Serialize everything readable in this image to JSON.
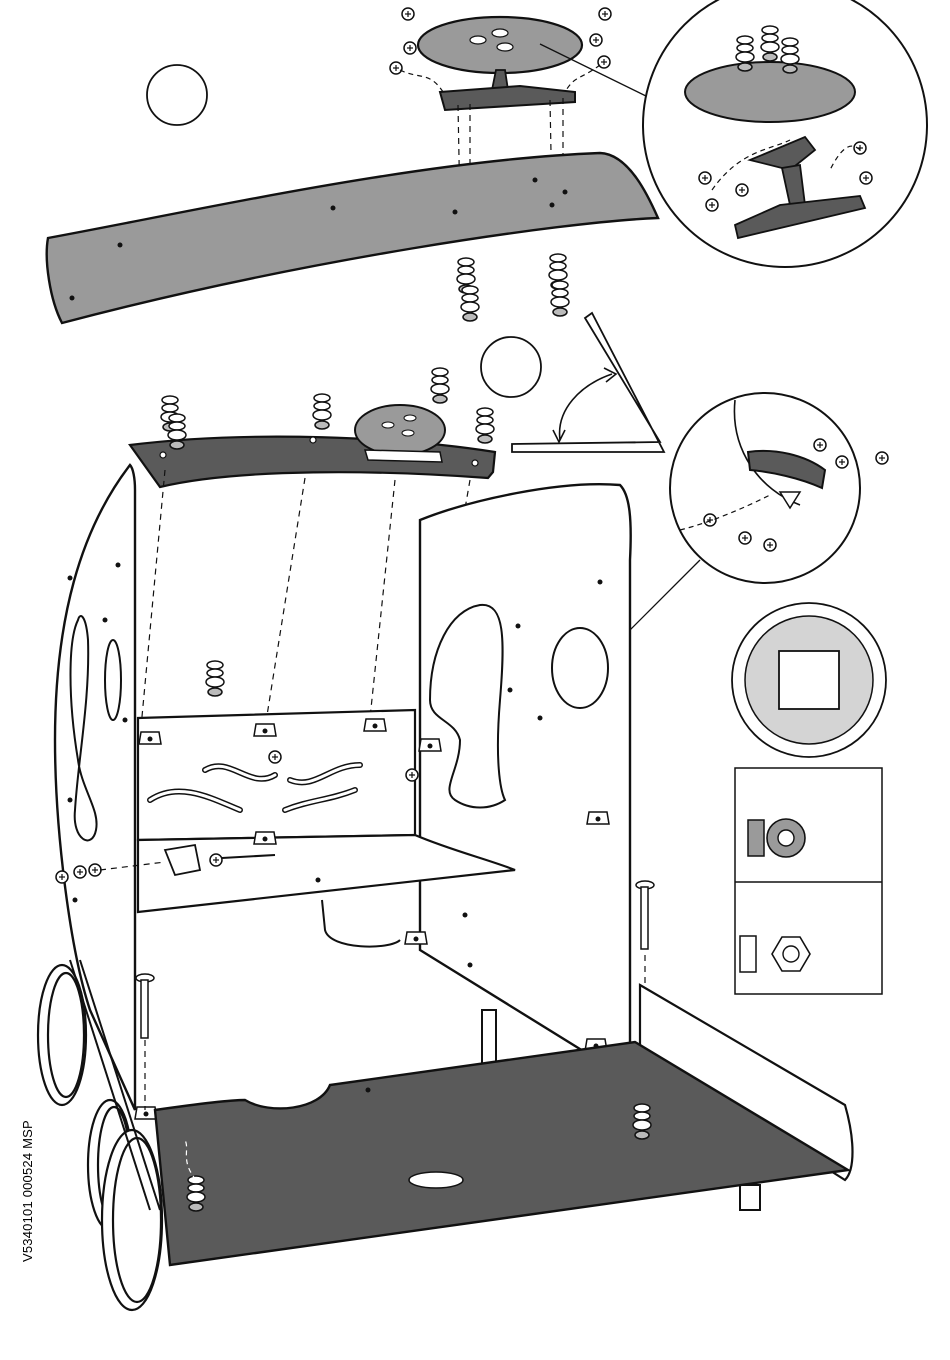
{
  "document_code": "V5340101 000524  MSP",
  "colors": {
    "ink": "#111111",
    "panel_gray": "#9a9a9a",
    "dark_panel": "#5a5a5a",
    "light_gray": "#d4d4d4",
    "paper": "#ffffff"
  },
  "callouts": {
    "step_circle_1": "empty-step-circle",
    "step_circle_2": "empty-step-circle",
    "detail_zoom_top": "magnified-seat-mount",
    "detail_zoom_right": "magnified-handle-mount",
    "tool_badge": "square-drive-icon",
    "hardware_legend": [
      "cap-nut-icon",
      "hex-nut-icon"
    ]
  }
}
